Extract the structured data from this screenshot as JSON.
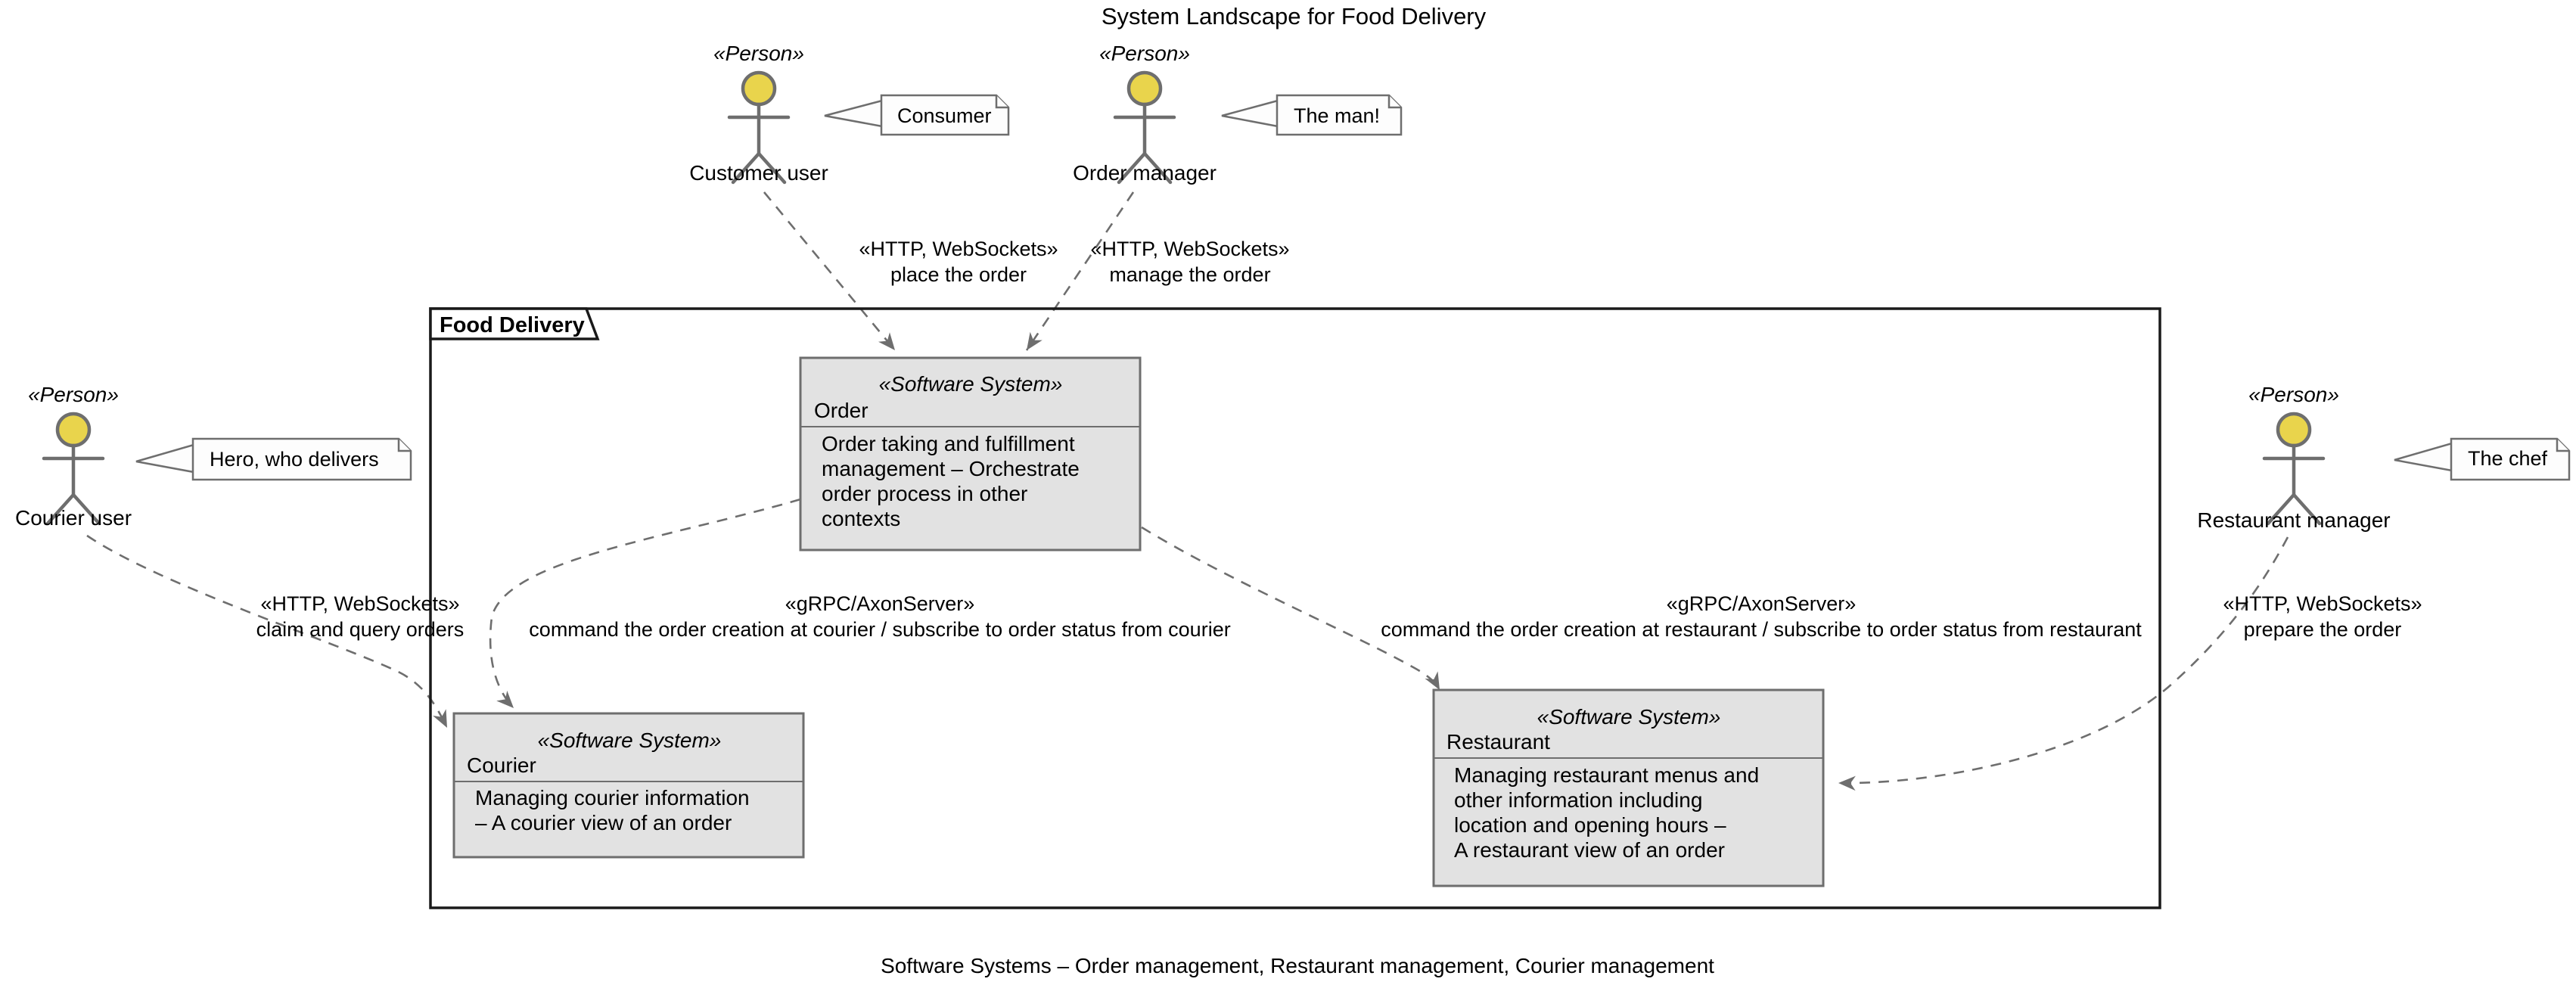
{
  "title": "System Landscape for Food Delivery",
  "caption": "Software Systems – Order management, Restaurant management, Courier management",
  "frame": {
    "label": "Food Delivery"
  },
  "actors": {
    "customer": {
      "stereotype": "«Person»",
      "name": "Customer user",
      "note": "Consumer"
    },
    "order_manager": {
      "stereotype": "«Person»",
      "name": "Order manager",
      "note": "The man!"
    },
    "courier_user": {
      "stereotype": "«Person»",
      "name": "Courier user",
      "note": "Hero, who delivers"
    },
    "restaurant_manager": {
      "stereotype": "«Person»",
      "name": "Restaurant manager",
      "note": "The chef"
    }
  },
  "systems": {
    "order": {
      "stereotype": "«Software System»",
      "name": "Order",
      "description_lines": [
        "Order taking and fulfillment",
        "management – Orchestrate",
        "order process in other",
        "contexts"
      ]
    },
    "courier": {
      "stereotype": "«Software System»",
      "name": "Courier",
      "description_lines": [
        "Managing courier information",
        "– A courier view of an order"
      ]
    },
    "restaurant": {
      "stereotype": "«Software System»",
      "name": "Restaurant",
      "description_lines": [
        "Managing restaurant menus and",
        "other information including",
        "location and opening hours –",
        "A restaurant view of an order"
      ]
    }
  },
  "relations": {
    "place_order": {
      "protocol": "«HTTP, WebSockets»",
      "label": "place the order"
    },
    "manage_order": {
      "protocol": "«HTTP, WebSockets»",
      "label": "manage the order"
    },
    "claim_orders": {
      "protocol": "«HTTP, WebSockets»",
      "label": "claim and query orders"
    },
    "order_courier": {
      "protocol": "«gRPC/AxonServer»",
      "label": "command the order creation at courier / subscribe to order status from courier"
    },
    "order_restaurant": {
      "protocol": "«gRPC/AxonServer»",
      "label": "command the order creation at restaurant / subscribe to order status from restaurant"
    },
    "prepare_order": {
      "protocol": "«HTTP, WebSockets»",
      "label": "prepare the order"
    }
  },
  "colors": {
    "actor_head": "#E9D44C",
    "box_fill": "#E2E2E2",
    "stroke_gray": "#6E6E6E",
    "frame_stroke": "#1A1A1A",
    "note_fill": "#FDFDFD",
    "background": "#FFFFFF"
  }
}
